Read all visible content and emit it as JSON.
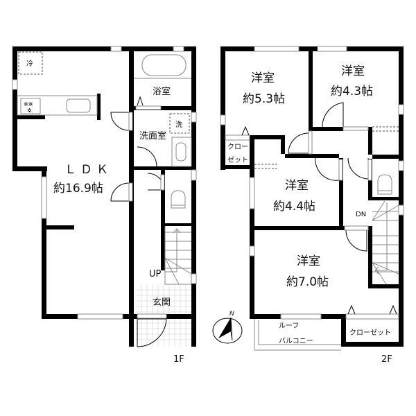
{
  "floor1": {
    "label": "1F",
    "rooms": {
      "ldk": {
        "name": "ＬＤＫ",
        "size": "約16.9帖"
      },
      "bath": {
        "name": "浴室"
      },
      "washroom": {
        "name": "洗面室"
      },
      "entrance": {
        "name": "玄関"
      }
    },
    "fixtures": {
      "fridge": "冷",
      "washer": "洗",
      "stairs": "UP"
    }
  },
  "floor2": {
    "label": "2F",
    "rooms": {
      "room_a": {
        "name": "洋室",
        "size": "約5.3帖"
      },
      "room_b": {
        "name": "洋室",
        "size": "約4.3帖"
      },
      "room_c": {
        "name": "洋室",
        "size": "約4.4帖"
      },
      "room_d": {
        "name": "洋室",
        "size": "約7.0帖"
      },
      "closet_small_line1": "クロー",
      "closet_small_line2": "ゼット",
      "closet_large": "クローゼット",
      "balcony_line1": "ルーフ",
      "balcony_line2": "バルコニー"
    },
    "fixtures": {
      "stairs": "DN"
    }
  },
  "compass": {
    "north": "N"
  }
}
